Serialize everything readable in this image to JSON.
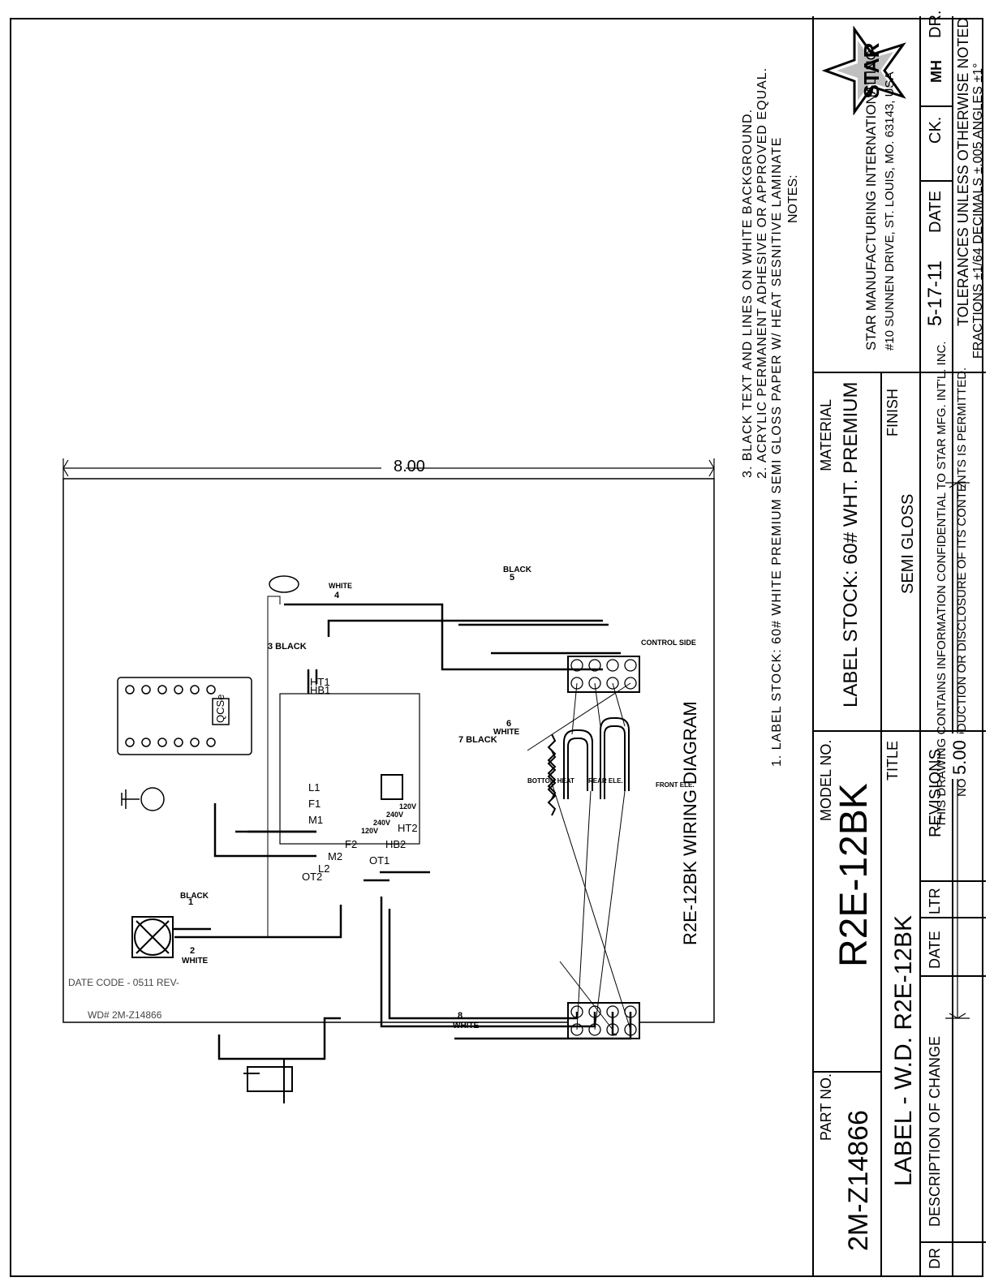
{
  "company": {
    "name": "STAR MANUFACTURING INTERNATIONAL INC.",
    "address": "#10 SUNNEN DRIVE, ST. LOUIS, MO. 63143, USA",
    "logo_text": "STAR"
  },
  "title_block": {
    "material_label": "MATERIAL",
    "material_value": "LABEL STOCK: 60# WHT. PREMIUM",
    "finish_label": "FINISH",
    "finish_value": "SEMI GLOSS",
    "model_label": "MODEL NO.",
    "model_value": "R2E-12BK",
    "part_label": "PART NO.",
    "part_value": "2M-Z14866",
    "title_label": "TITLE",
    "title_value": "LABEL - W.D. R2E-12BK",
    "dr_label": "DR.",
    "dr_value": "MH",
    "ck_label": "CK.",
    "date_label": "DATE",
    "date_value": "5-17-11",
    "confidential_1": "THIS DRAWING CONTAINS INFORMATION CONFIDENTIAL TO STAR MFG. INT'L. INC.",
    "confidential_2": "NO REPRODUCTION OR DISCLOSURE OF ITS CONTENTS IS PERMITTED.",
    "tolerances_1": "TOLERANCES UNLESS OTHERWISE NOTED",
    "tolerances_2": "FRACTIONS ±1/64   DECIMALS ±.005   ANGLES ±1°",
    "revisions_label": "REVISIONS",
    "rev_ltr": "LTR",
    "rev_date": "DATE",
    "rev_desc": "DESCRIPTION OF CHANGE",
    "rev_dr": "DR"
  },
  "notes": {
    "heading": "NOTES:",
    "items": [
      "1. LABEL STOCK: 60# WHITE PREMIUM SEMI GLOSS PAPER W/ HEAT SESNITIVE LAMINATE",
      "2. ACRYLIC PERMANENT ADHESIVE OR APPROVED EQUAL.",
      "3. BLACK TEXT AND LINES ON WHITE BACKGROUND."
    ]
  },
  "dimensions": {
    "width": "8.00",
    "height": "5.00"
  },
  "label": {
    "title": "R2E-12BK WIRING DIAGRAM",
    "control_side": "CONTROL SIDE",
    "front_ele": "FRONT ELE.",
    "rear_ele": "REAR ELE.",
    "bottom_heat": "BOTTOM HEAT",
    "board_label": "QCSe",
    "wire_1": "1",
    "wire_1_color": "BLACK",
    "wire_2": "2",
    "wire_2_color": "WHITE",
    "wire_3": "3 BLACK",
    "wire_4": "4",
    "wire_4_color": "WHITE",
    "wire_5": "5",
    "wire_5_color": "BLACK",
    "wire_6": "6",
    "wire_6_color": "WHITE",
    "wire_7": "7 BLACK",
    "wire_8": "8",
    "wire_8_color": "WHITE",
    "term_hb1": "HB1",
    "term_ht1": "HT1",
    "term_l1": "L1",
    "term_f1": "F1",
    "term_m1": "M1",
    "term_ht2": "HT2",
    "term_hb2": "HB2",
    "term_ot1": "OT1",
    "term_f2": "F2",
    "term_m2": "M2",
    "term_l2": "L2",
    "term_ot2": "OT2",
    "v_120a": "120V",
    "v_240a": "240V",
    "v_240b": "240V",
    "v_120b": "120V",
    "wd_number": "WD# 2M-Z14866",
    "date_code": "DATE CODE - 0511 REV-"
  }
}
